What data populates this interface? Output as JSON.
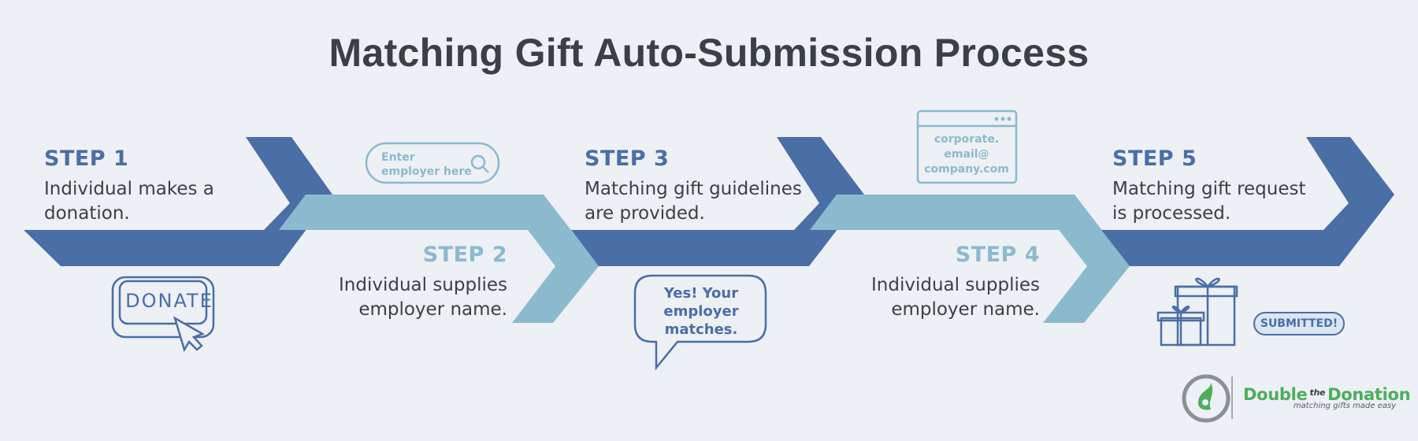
{
  "title": "Matching Gift Auto-Submission Process",
  "colors": {
    "background": "#edf0f5",
    "dark_blue": "#4a6ea6",
    "light_blue": "#8bbace",
    "text": "#3b3f47",
    "brand_green": "#4cae5c"
  },
  "steps": [
    {
      "heading": "STEP 1",
      "line1": "Individual makes a",
      "line2": "donation."
    },
    {
      "heading": "STEP 2",
      "line1": "Individual supplies",
      "line2": "employer name."
    },
    {
      "heading": "STEP 3",
      "line1": "Matching gift guidelines",
      "line2": "are provided."
    },
    {
      "heading": "STEP 4",
      "line1": "Individual supplies",
      "line2": "employer name."
    },
    {
      "heading": "STEP 5",
      "line1": "Matching gift request",
      "line2": "is processed."
    }
  ],
  "icons": {
    "donate_button": {
      "label": "DONATE",
      "icon": "donate-button-cursor-icon"
    },
    "search_field": {
      "line1": "Enter",
      "line2": "employer here",
      "icon": "search-icon"
    },
    "speech_bubble": {
      "line1": "Yes! Your",
      "line2": "employer",
      "line3": "matches.",
      "icon": "speech-bubble-icon"
    },
    "browser_window": {
      "line1": "corporate.",
      "line2": "email@",
      "line3": "company.com",
      "icon": "browser-window-icon"
    },
    "gifts": {
      "badge": "SUBMITTED!",
      "icon": "gift-boxes-icon"
    }
  },
  "logo": {
    "word1": "Double",
    "word2": "the",
    "word3": "Donation",
    "tagline": "matching gifts made easy",
    "icon": "double-the-donation-logo-icon"
  }
}
